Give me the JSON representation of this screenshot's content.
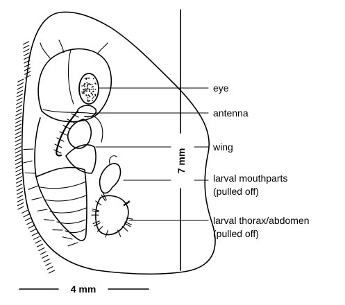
{
  "labels": {
    "eye": "eye",
    "antenna": "antenna",
    "wing": "wing",
    "mouthparts_line1": "larval mouthparts",
    "mouthparts_line2": "(pulled off)",
    "thorax_line1": "larval thorax/abdomen",
    "thorax_line2": "(pulled off)"
  },
  "scales": {
    "vertical": "7 mm",
    "horizontal": "4 mm"
  }
}
